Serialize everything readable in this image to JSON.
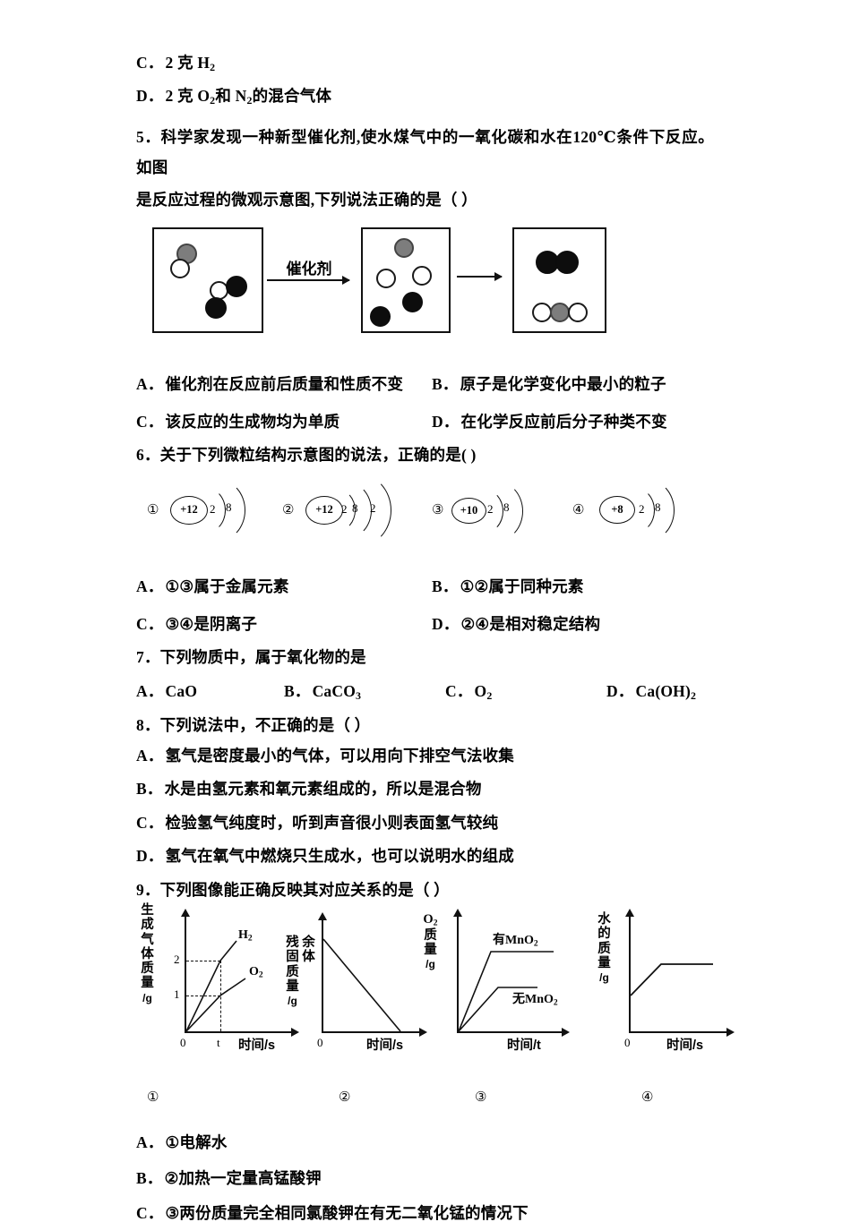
{
  "document": {
    "type": "chemistry-exam-page"
  },
  "q4_options": {
    "c": {
      "label": "C．",
      "text": "2 克 H",
      "sub": "2"
    },
    "d": {
      "label": "D．",
      "text_before": "2 克 O",
      "sub1": "2",
      "mid": "和 N",
      "sub2": "2",
      "text_after": "的混合气体"
    }
  },
  "q5": {
    "number": "5．",
    "stem_line1": "科学家发现一种新型催化剂,使水煤气中的一氧化碳和水在120℃条件下反应。如图",
    "stem_line2": "是反应过程的微观示意图,下列说法正确的是（      ）",
    "catalyst_label": "催化剂",
    "options": [
      {
        "label": "A．",
        "text": "催化剂在反应前后质量和性质不变"
      },
      {
        "label": "B．",
        "text": "原子是化学变化中最小的粒子"
      },
      {
        "label": "C．",
        "text": "该反应的生成物均为单质"
      },
      {
        "label": "D．",
        "text": "在化学反应前后分子种类不变"
      }
    ]
  },
  "q6": {
    "number": "6．",
    "stem": "关于下列微粒结构示意图的说法，正确的是( )",
    "atoms": [
      {
        "index": "①",
        "charge": "+12",
        "shells": [
          "2",
          "8"
        ]
      },
      {
        "index": "②",
        "charge": "+12",
        "shells": [
          "2",
          "8",
          "2"
        ]
      },
      {
        "index": "③",
        "charge": "+10",
        "shells": [
          "2",
          "8"
        ]
      },
      {
        "index": "④",
        "charge": "+8",
        "shells": [
          "2",
          "8"
        ]
      }
    ],
    "options": [
      {
        "label": "A．",
        "text": "①③属于金属元素"
      },
      {
        "label": "B．",
        "text": "①②属于同种元素"
      },
      {
        "label": "C．",
        "text": "③④是阴离子"
      },
      {
        "label": "D．",
        "text": "②④是相对稳定结构"
      }
    ]
  },
  "q7": {
    "number": "7．",
    "stem": "下列物质中，属于氧化物的是",
    "options": [
      {
        "label": "A．",
        "formula": "CaO"
      },
      {
        "label": "B．",
        "formula": "CaCO",
        "sub": "3"
      },
      {
        "label": "C．",
        "formula": "O",
        "sub": "2"
      },
      {
        "label": "D．",
        "formula": "Ca(OH)",
        "sub": "2"
      }
    ]
  },
  "q8": {
    "number": "8．",
    "stem": "下列说法中，不正确的是（      ）",
    "options": [
      {
        "label": "A．",
        "text": "氢气是密度最小的气体，可以用向下排空气法收集"
      },
      {
        "label": "B．",
        "text": "水是由氢元素和氧元素组成的，所以是混合物"
      },
      {
        "label": "C．",
        "text": "检验氢气纯度时，听到声音很小则表面氢气较纯"
      },
      {
        "label": "D．",
        "text": "氢气在氧气中燃烧只生成水，也可以说明水的组成"
      }
    ]
  },
  "q9": {
    "number": "9．",
    "stem": "下列图像能正确反映其对应关系的是（ ）",
    "figure_labels": [
      "①",
      "②",
      "③",
      "④"
    ],
    "options": [
      {
        "label": "A．",
        "text": "①电解水"
      },
      {
        "label": "B．",
        "text": "②加热一定量高锰酸钾"
      },
      {
        "label": "C．",
        "text": "③两份质量完全相同氯酸钾在有无二氧化锰的情况下"
      }
    ]
  },
  "chart_data": [
    {
      "type": "line",
      "id": "graph-1",
      "title": "①",
      "ylabel_chars": [
        "生",
        "成",
        "气",
        "体",
        "质",
        "量",
        "/g"
      ],
      "xlabel": "时间/s",
      "yticks": [
        "1",
        "2"
      ],
      "xticks": [
        "0",
        "t"
      ],
      "grid": false,
      "series": [
        {
          "name": "H2",
          "name_base": "H",
          "name_sub": "2",
          "x": [
            0,
            1
          ],
          "values": [
            0,
            2
          ]
        },
        {
          "name": "O2",
          "name_base": "O",
          "name_sub": "2",
          "x": [
            0,
            1
          ],
          "values": [
            0,
            1
          ]
        }
      ],
      "annotations": [
        "dashed line at y=2 to t",
        "dashed line at y=1 to t",
        "dashed vertical at x=t"
      ]
    },
    {
      "type": "line",
      "id": "graph-2",
      "title": "②",
      "ylabel_chars": [
        "残",
        "余",
        "固",
        "体",
        "质",
        "量",
        "/g"
      ],
      "xlabel": "时间/s",
      "xticks": [
        "0"
      ],
      "grid": false,
      "series": [
        {
          "name": "残余固体质量",
          "x": [
            0,
            1
          ],
          "values": [
            1,
            0
          ]
        }
      ]
    },
    {
      "type": "line",
      "id": "graph-3",
      "title": "③",
      "ylabel_chars": [
        "O2",
        "质",
        "量",
        "/g"
      ],
      "ylabel_base": "O",
      "ylabel_sub": "2",
      "xlabel": "时间/t",
      "grid": false,
      "series": [
        {
          "name": "有MnO2",
          "name_prefix": "有MnO",
          "name_sub": "2",
          "x": [
            0,
            0.38,
            1
          ],
          "values": [
            0,
            0.78,
            0.78
          ]
        },
        {
          "name": "无MnO2",
          "name_prefix": "无MnO",
          "name_sub": "2",
          "x": [
            0,
            0.48,
            0.78
          ],
          "values": [
            0,
            0.44,
            0.44
          ]
        }
      ]
    },
    {
      "type": "line",
      "id": "graph-4",
      "title": "④",
      "ylabel_chars": [
        "水",
        "的",
        "质",
        "量",
        "/g"
      ],
      "xlabel": "时间/s",
      "xticks": [
        "0"
      ],
      "grid": false,
      "series": [
        {
          "name": "水的质量",
          "x": [
            0,
            0.32,
            0.85
          ],
          "values": [
            0.3,
            0.62,
            0.62
          ]
        }
      ]
    }
  ]
}
